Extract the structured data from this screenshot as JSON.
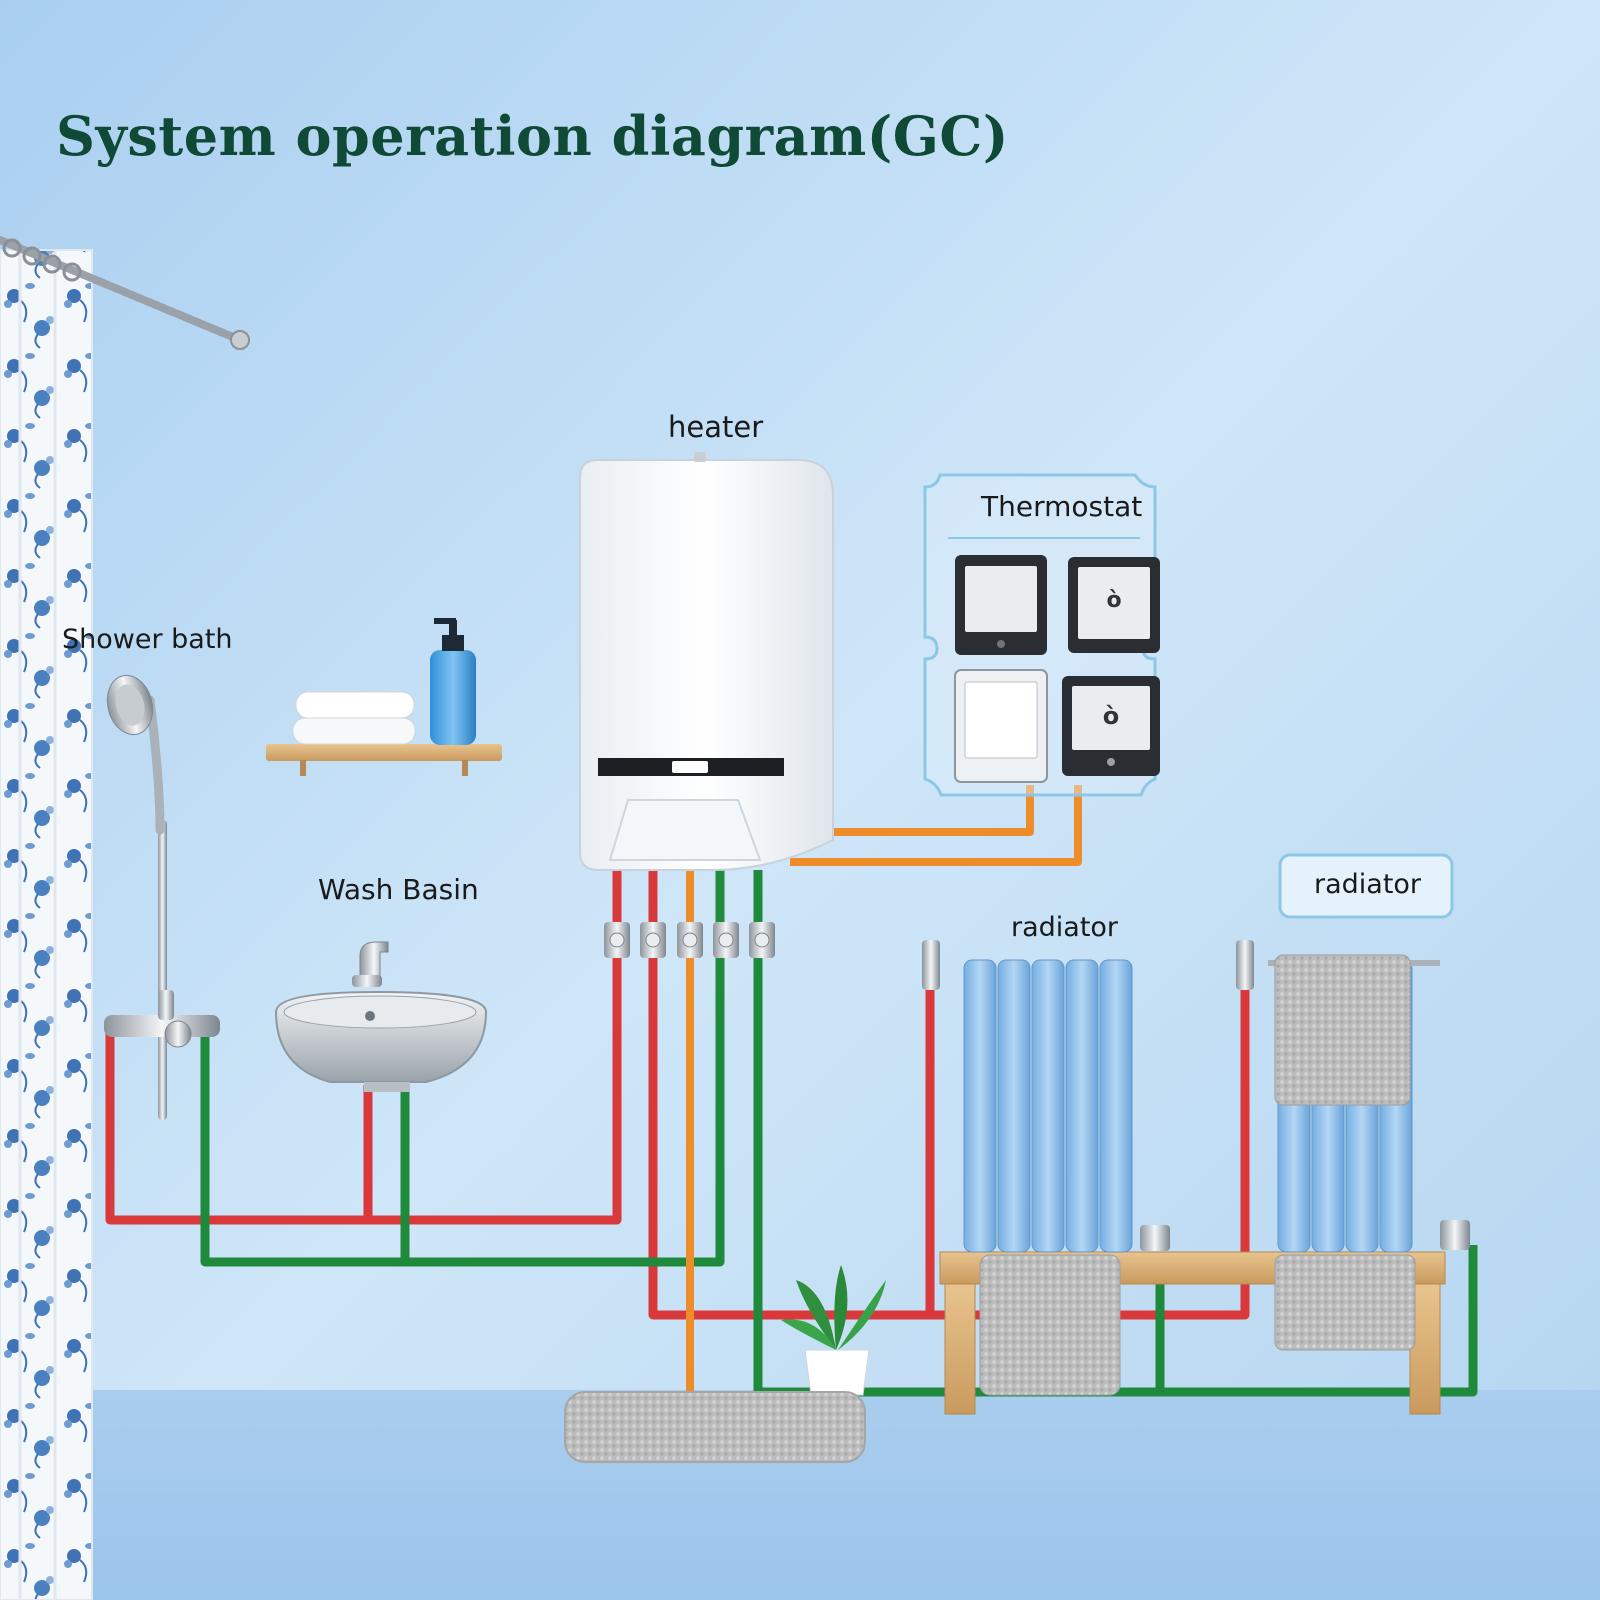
{
  "title": "System operation diagram(GC)",
  "labels": {
    "heater": "heater",
    "thermostat": "Thermostat",
    "shower": "Shower bath",
    "basin": "Wash Basin",
    "radiator1": "radiator",
    "radiator2": "radiator"
  },
  "colors": {
    "background": "#bcdaf2",
    "title": "#0f4a36",
    "hot_pipe": "#d9393a",
    "return_pipe": "#1f8a3c",
    "thermostat_wire": "#ee8c2a",
    "radiator": "#8fc0ea",
    "thermostat_frame": "#8cc8e6"
  },
  "icons": [
    "shower-icon",
    "washbasin-icon",
    "heater-icon",
    "thermostat-icon",
    "radiator-icon",
    "towel-icon",
    "plant-icon",
    "soap-bottle-icon",
    "curtain-icon"
  ]
}
